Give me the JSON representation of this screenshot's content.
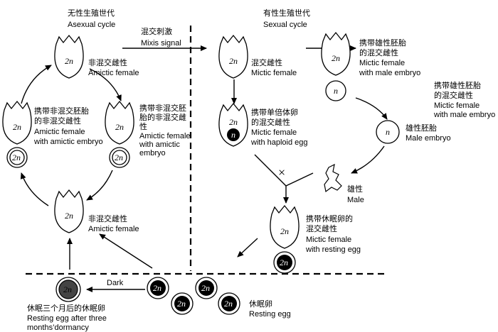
{
  "labels": {
    "asexual_zh": "无性生殖世代",
    "asexual_en": "Asexual cycle",
    "sexual_zh": "有性生殖世代",
    "sexual_en": "Sexual cycle",
    "mixis_zh": "混交刺激",
    "mixis_en": "Mixis signal",
    "amictic1_zh": "非混交雌性",
    "amictic1_en": "Amictic female",
    "left_embryo_zh1": "携带非混交胚胎",
    "left_embryo_zh2": "的非混交雌性",
    "left_embryo_en1": "Amictic female",
    "left_embryo_en2": "with amictic embryo",
    "right_embryo_zh1": "携带非混交胚",
    "right_embryo_zh2": "胎的非混交雌",
    "right_embryo_zh3": "性",
    "right_embryo_en1": "Amictic female",
    "right_embryo_en2": "with amictic",
    "right_embryo_en3": "embryo",
    "amictic2_zh": "非混交雌性",
    "amictic2_en": "Amictic female",
    "mictic_zh": "混交雌性",
    "mictic_en": "Mictic female",
    "haploid_zh1": "携带单倍体卵",
    "haploid_zh2": "的混交雌性",
    "haploid_en1": "Mictic female",
    "haploid_en2": "with haploid egg",
    "male_emb1_zh1": "携带雄性胚胎",
    "male_emb1_zh2": "的混交雌性",
    "male_emb1_en1": "Mictic female",
    "male_emb1_en2": "with male embryo",
    "male_emb2_zh1": "携带雄性胚胎",
    "male_emb2_zh2": "的混交雌性",
    "male_emb2_en1": "Mictic female",
    "male_emb2_en2": "with male embryo",
    "male_embryo_zh": "雄性胚胎",
    "male_embryo_en": "Male embryo",
    "male_zh": "雄性",
    "male_en": "Male",
    "resting_fem_zh1": "携带休眠卵的",
    "resting_fem_zh2": "混交雌性",
    "resting_fem_en1": "Mictic female",
    "resting_fem_en2": "with resting egg",
    "resting_egg_zh": "休眠卵",
    "resting_egg_en": "Resting egg",
    "dark": "Dark",
    "dormancy_zh": "休眠三个月后的休眠卵",
    "dormancy_en1": "Resting egg after three",
    "dormancy_en2": "months’dormancy",
    "ploidy_2n": "2n",
    "ploidy_n": "n",
    "cross_mark": "×"
  }
}
